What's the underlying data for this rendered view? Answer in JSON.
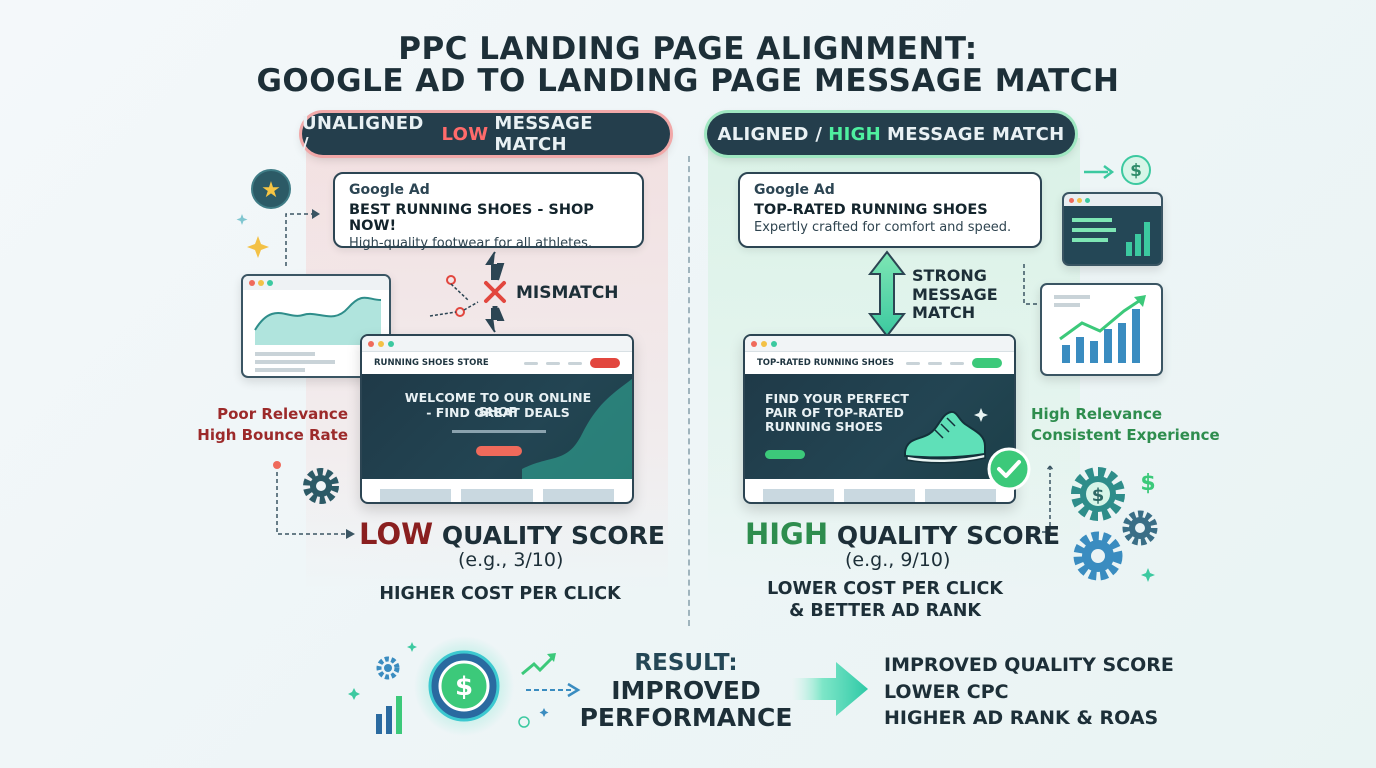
{
  "title": {
    "line1": "PPC LANDING PAGE ALIGNMENT:",
    "line2": "GOOGLE AD TO LANDING PAGE MESSAGE MATCH"
  },
  "left": {
    "header_a": "UNALIGNED /",
    "header_b": "LOW",
    "header_c": "MESSAGE MATCH",
    "ad": {
      "label": "Google Ad",
      "headline": "BEST RUNNING SHOES - SHOP NOW!",
      "description": "High-quality footwear for all athletes."
    },
    "mismatch_label": "MISMATCH",
    "landing": {
      "store_name": "RUNNING SHOES STORE",
      "hero_line1": "WELCOME TO OUR ONLINE SHOP",
      "hero_line2": "- FIND GREAT DEALS"
    },
    "notes": [
      "Poor Relevance",
      "High Bounce Rate"
    ],
    "score_word": "LOW",
    "score_label": "QUALITY SCORE",
    "score_example": "(e.g., 3/10)",
    "cost": "HIGHER COST PER CLICK"
  },
  "right": {
    "header_a": "ALIGNED /",
    "header_b": "HIGH",
    "header_c": "MESSAGE MATCH",
    "ad": {
      "label": "Google Ad",
      "headline": "TOP-RATED RUNNING SHOES",
      "description": "Expertly crafted for comfort and speed."
    },
    "match_label": [
      "STRONG",
      "MESSAGE",
      "MATCH"
    ],
    "landing": {
      "store_name": "TOP-RATED RUNNING SHOES",
      "hero_line1": "FIND YOUR PERFECT",
      "hero_line2": "PAIR OF TOP-RATED",
      "hero_line3": "RUNNING SHOES"
    },
    "notes": [
      "High Relevance",
      "Consistent Experience"
    ],
    "score_word": "HIGH",
    "score_label": "QUALITY SCORE",
    "score_example": "(e.g., 9/10)",
    "cost_line1": "LOWER COST PER CLICK",
    "cost_line2": "& BETTER AD RANK"
  },
  "result": {
    "line1": "RESULT:",
    "line2": "IMPROVED",
    "line3": "PERFORMANCE",
    "outcomes": [
      "IMPROVED QUALITY SCORE",
      "LOWER CPC",
      "HIGHER AD RANK & ROAS"
    ]
  },
  "icons": {
    "currency_symbol": "$",
    "check_symbol": "✓",
    "cross_symbol": "✕",
    "star_symbol": "★"
  },
  "colors": {
    "dark_navy": "#243e4c",
    "low_red": "#8a1f1f",
    "high_green": "#2e8d4e",
    "accent_teal": "#3cc9a0"
  }
}
